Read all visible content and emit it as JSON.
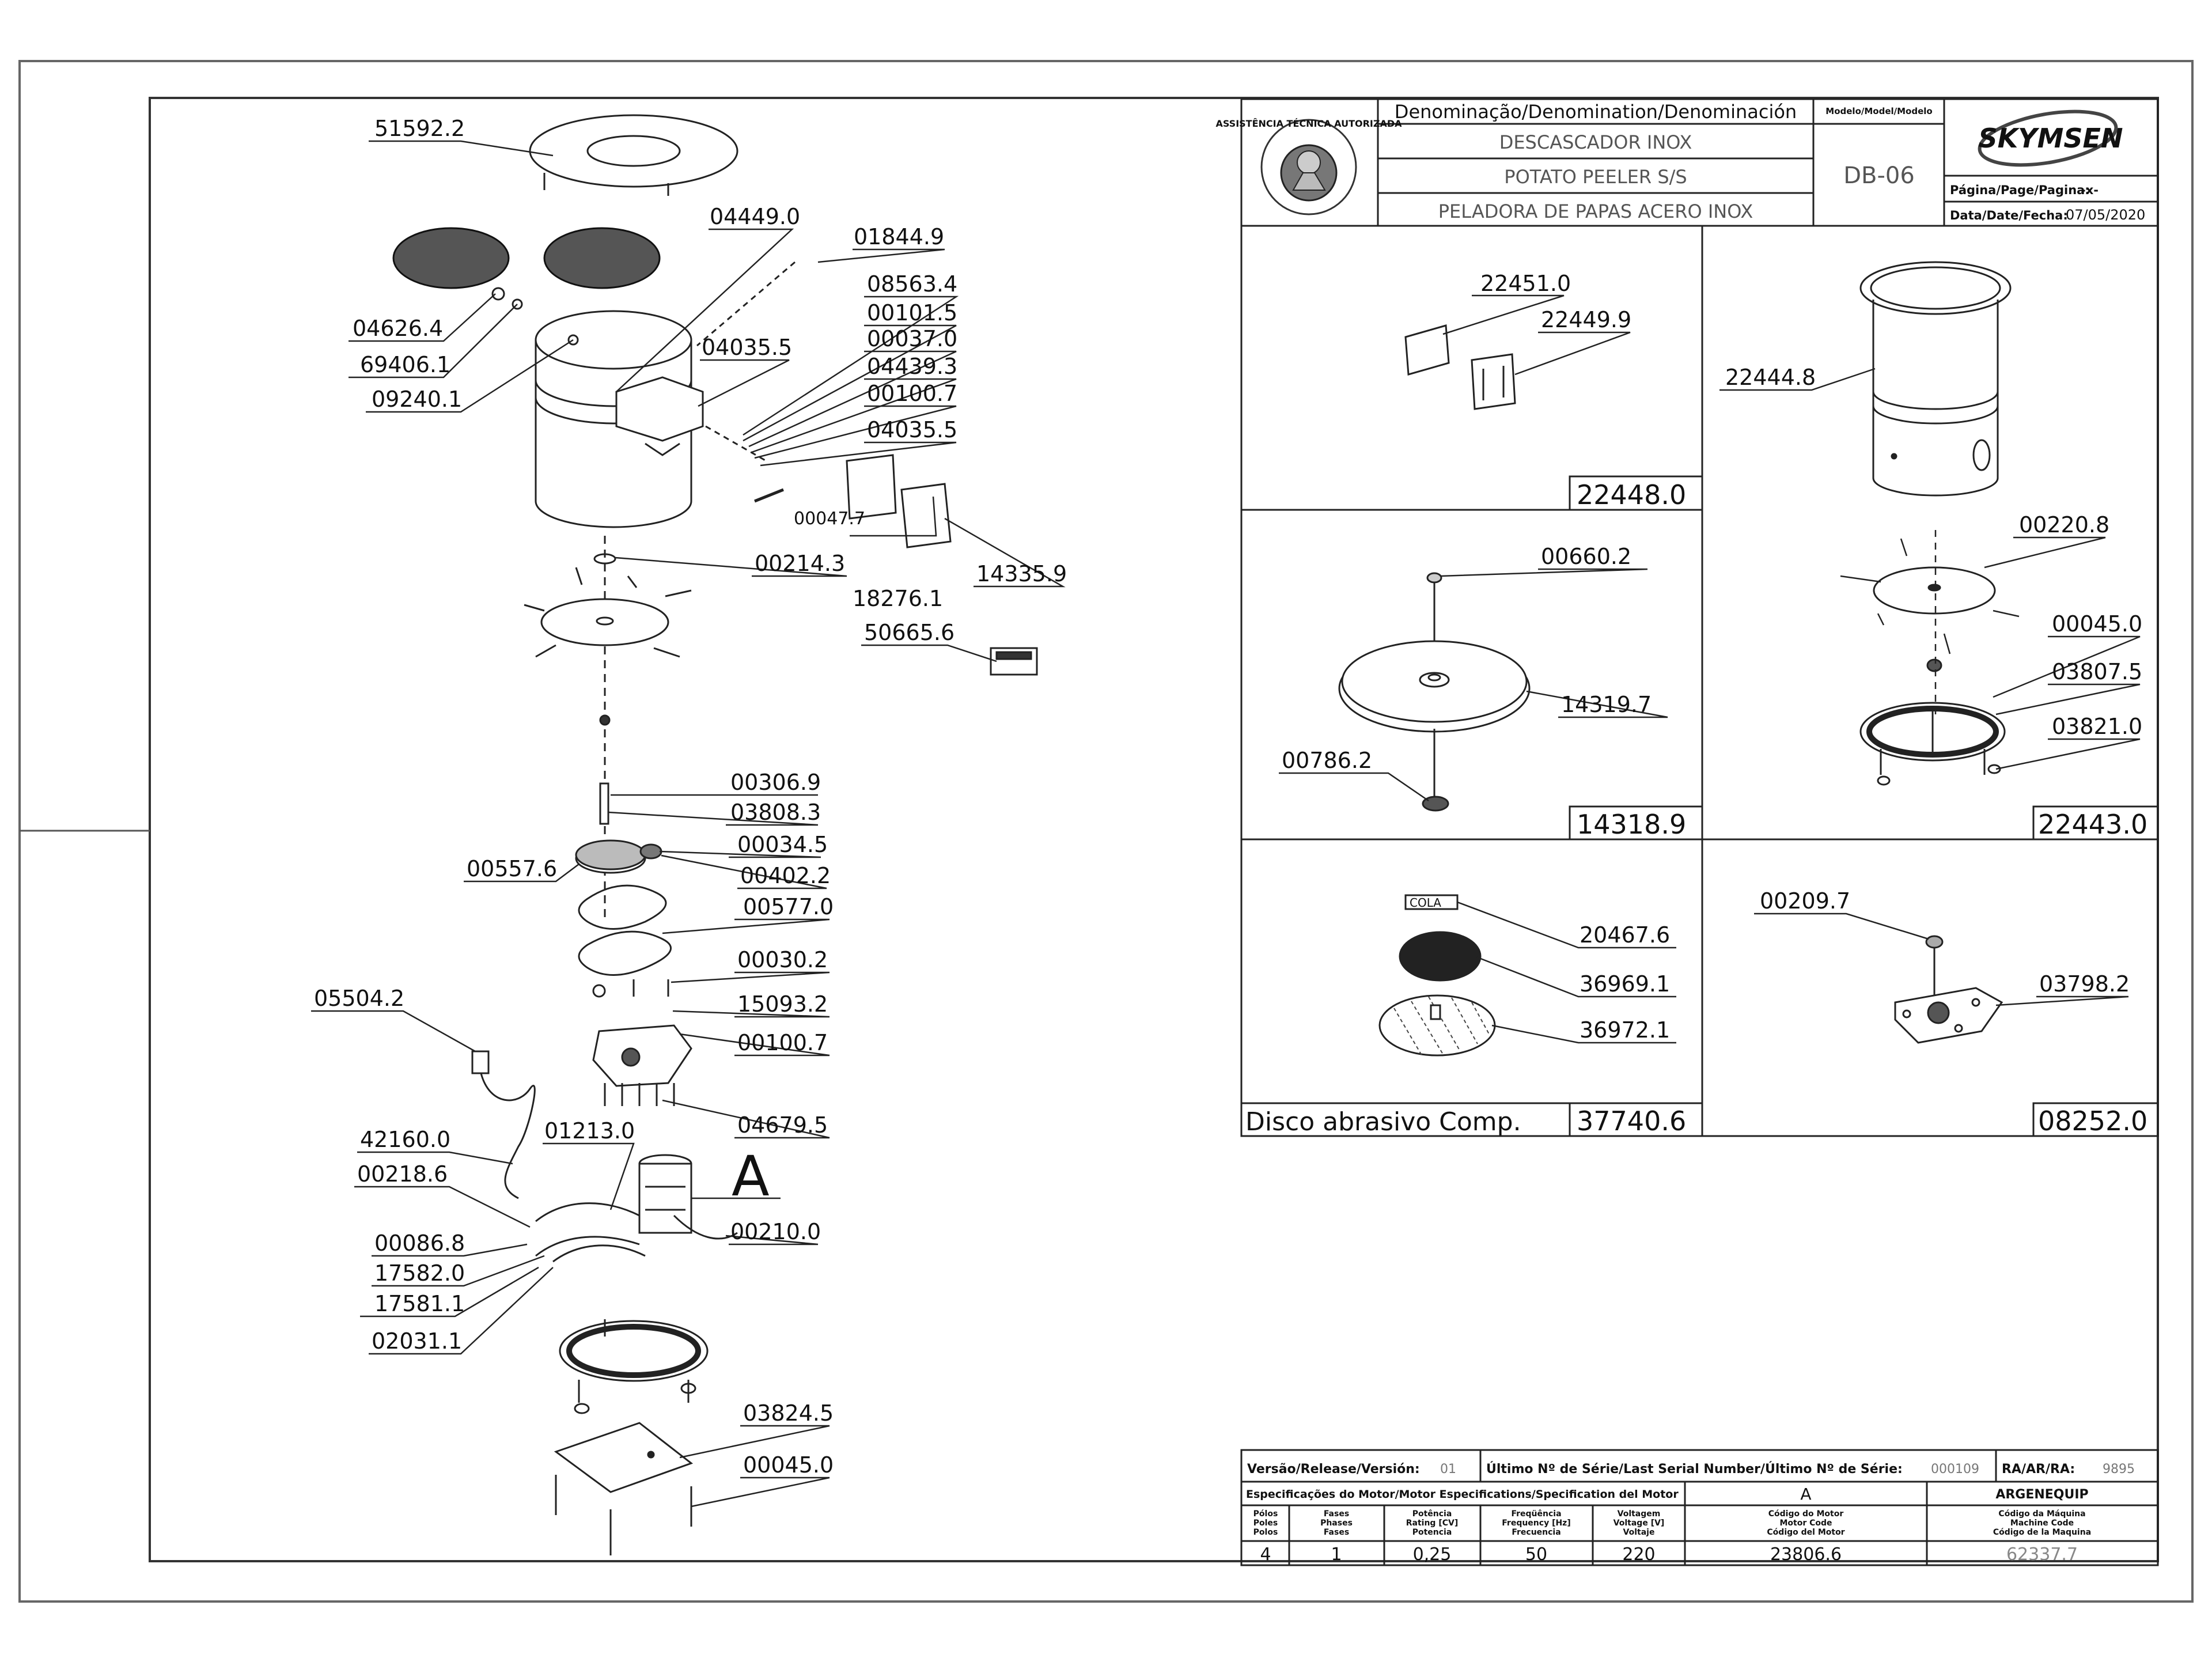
{
  "title_block": {
    "denomination_header": "Denominação/Denomination/Denominación",
    "model_header": "Modelo/Model/Modelo",
    "name_pt": "DESCASCADOR INOX",
    "name_en": "POTATO PEELER S/S",
    "name_es": "PELADORA DE PAPAS ACERO INOX",
    "model": "DB-06",
    "brand": "SKYMSEN",
    "page_label": "Página/Page/Pagina:",
    "page_value": "-x-",
    "date_label": "Data/Date/Fecha:",
    "date_value": "07/05/2020",
    "stamp_text": "ASSISTÊNCIA TÉCNICA AUTORIZADA"
  },
  "exploded_view": {
    "labels": [
      "51592.2",
      "04449.0",
      "01844.9",
      "08563.4",
      "00101.5",
      "00037.0",
      "04439.3",
      "00100.7",
      "04035.5",
      "04035.5",
      "04626.4",
      "69406.1",
      "09240.1",
      "00047.7",
      "00214.3",
      "18276.1",
      "14335.9",
      "50665.6",
      "00306.9",
      "03808.3",
      "00034.5",
      "00557.6",
      "00402.2",
      "00577.0",
      "00030.2",
      "15093.2",
      "00100.7",
      "05504.2",
      "04679.5",
      "42160.0",
      "01213.0",
      "A",
      "00218.6",
      "00210.0",
      "00086.8",
      "17582.0",
      "17581.1",
      "02031.1",
      "03824.5",
      "00045.0"
    ]
  },
  "kits": {
    "kit1": {
      "code": "22448.0",
      "labels": [
        "22451.0",
        "22449.9"
      ]
    },
    "kit2": {
      "code": "22443.0",
      "labels": [
        "22444.8",
        "00220.8",
        "00045.0",
        "03807.5",
        "03821.0"
      ]
    },
    "kit3": {
      "code": "14318.9",
      "labels": [
        "00660.2",
        "14319.7",
        "00786.2"
      ]
    },
    "kit4": {
      "code": "37740.6",
      "title": "Disco abrasivo Comp.",
      "cola": "COLA",
      "labels": [
        "20467.6",
        "36969.1",
        "36972.1"
      ]
    },
    "kit5": {
      "code": "08252.0",
      "labels": [
        "00209.7",
        "03798.2"
      ]
    }
  },
  "info_table": {
    "version_label": "Versão/Release/Versión:",
    "version_value": "01",
    "serial_label": "Último Nº de Série/Last Serial Number/Último Nº de Série:",
    "serial_value": "000109",
    "ra_label": "RA/AR/RA:",
    "ra_value": "9895",
    "motor_spec_label": "Especificações do Motor/Motor Especifications/Specification del Motor",
    "motor_ref": "A",
    "company": "ARGENEQUIP",
    "headers": {
      "poles": [
        "Pólos",
        "Poles",
        "Polos"
      ],
      "phases": [
        "Fases",
        "Phases",
        "Fases"
      ],
      "power": [
        "Potência",
        "Rating [CV]",
        "Potencia"
      ],
      "frequency": [
        "Freqüência",
        "Frequency [Hz]",
        "Frecuencia"
      ],
      "voltage": [
        "Voltagem",
        "Voltage [V]",
        "Voltaje"
      ],
      "motor_code": [
        "Código do Motor",
        "Motor Code",
        "Código del Motor"
      ],
      "machine_code": [
        "Código da Máquina",
        "Machine Code",
        "Código de la Maquina"
      ]
    },
    "values": {
      "poles": "4",
      "phases": "1",
      "power": "0,25",
      "frequency": "50",
      "voltage": "220",
      "motor_code": "23806.6",
      "machine_code": "62337.7"
    }
  }
}
